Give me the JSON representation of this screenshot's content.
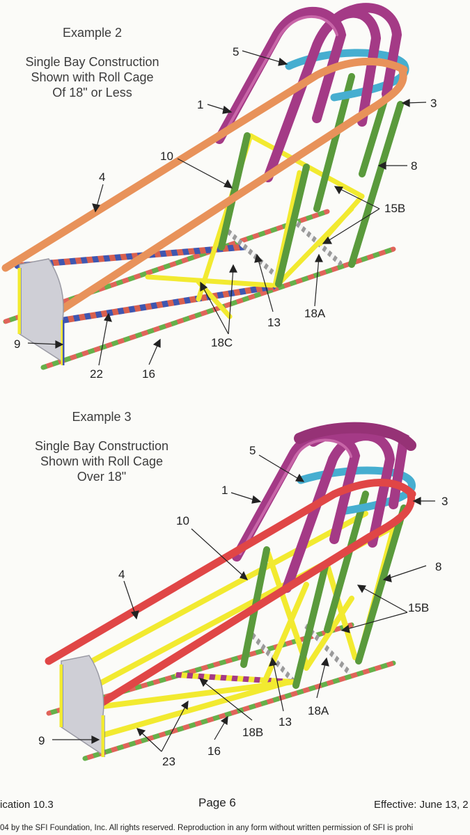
{
  "example2": {
    "heading": "Example 2",
    "caption_lines": [
      "Single Bay Construction",
      "Shown with Roll Cage",
      "Of 18\" or Less"
    ],
    "labels": {
      "l5": "5",
      "l1": "1",
      "l3": "3",
      "l10": "10",
      "l8": "8",
      "l4": "4",
      "l15b": "15B",
      "l18a": "18A",
      "l13": "13",
      "l18c": "18C",
      "l9": "9",
      "l22": "22",
      "l16": "16"
    }
  },
  "example3": {
    "heading": "Example 3",
    "caption_lines": [
      "Single Bay Construction",
      "Shown with Roll Cage",
      "Over 18\""
    ],
    "labels": {
      "l5": "5",
      "l1": "1",
      "l3": "3",
      "l10": "10",
      "l8": "8",
      "l4": "4",
      "l15b": "15B",
      "l18a": "18A",
      "l13": "13",
      "l18b": "18B",
      "l9": "9",
      "l23": "23",
      "l16": "16"
    }
  },
  "footer": {
    "left": "ication 10.3",
    "center": "Page 6",
    "right": "Effective: June 13, 2",
    "copyright": "04 by the SFI Foundation, Inc.  All rights reserved.  Reproduction in any form without written permission of SFI is prohi"
  },
  "colors": {
    "roll_cage": "#a43a86",
    "roll_cage_hi": "#c866a8",
    "halo": "#46aed0",
    "upper_rail_ex2": "#e8925a",
    "upper_rail_ex3": "#e04646",
    "upright": "#5a9a3c",
    "brace": "#f2ea30",
    "bottom_rail_a": "#66b04a",
    "bottom_rail_b": "#e0645a",
    "diag_blue": "#3f56b0",
    "plate": "#cfcfd6"
  }
}
